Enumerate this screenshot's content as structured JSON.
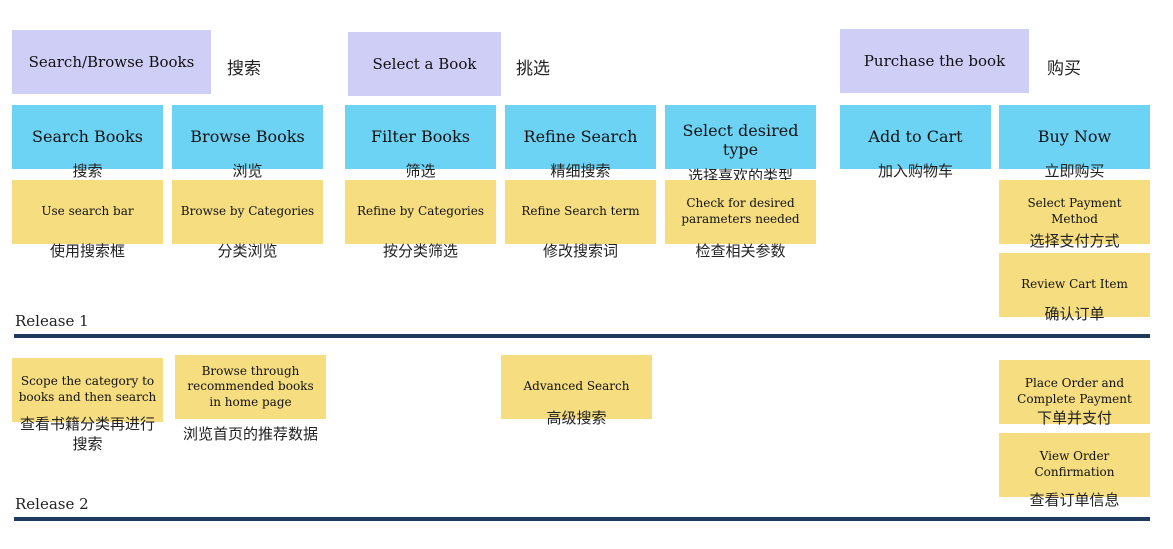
{
  "activities": [
    {
      "label": "Search/Browse Books",
      "zh": "搜索"
    },
    {
      "label": "Select a Book",
      "zh": "挑选"
    },
    {
      "label": "Purchase the book",
      "zh": "购买"
    }
  ],
  "tasks": [
    {
      "label": "Search Books",
      "zh": "搜索"
    },
    {
      "label": "Browse Books",
      "zh": "浏览"
    },
    {
      "label": "Filter Books",
      "zh": "筛选"
    },
    {
      "label": "Refine Search",
      "zh": "精细搜索"
    },
    {
      "label": "Select desired type",
      "zh": "选择喜欢的类型"
    },
    {
      "label": "Add to Cart",
      "zh": "加入购物车"
    },
    {
      "label": "Buy Now",
      "zh": "立即购买"
    }
  ],
  "release1": {
    "label": "Release 1",
    "stories": [
      {
        "label": "Use search bar",
        "zh": "使用搜索框"
      },
      {
        "label": "Browse by Categories",
        "zh": "分类浏览"
      },
      {
        "label": "Refine by Categories",
        "zh": "按分类筛选"
      },
      {
        "label": "Refine Search term",
        "zh": "修改搜索词"
      },
      {
        "label": "Check for desired parameters needed",
        "zh": "检查相关参数"
      },
      {
        "label": "Select Payment Method",
        "zh": "选择支付方式"
      },
      {
        "label": "Review Cart Item",
        "zh": "确认订单"
      }
    ]
  },
  "release2": {
    "label": "Release 2",
    "stories": [
      {
        "label": "Scope the category to books and then search",
        "zh_line1": "查看书籍分类再进行",
        "zh_line2": "搜索"
      },
      {
        "label": "Browse through recommended books in home page",
        "zh": "浏览首页的推荐数据"
      },
      {
        "label": "Advanced Search",
        "zh": "高级搜索"
      },
      {
        "label": "Place Order and Complete Payment",
        "zh": "下单并支付"
      },
      {
        "label": "View Order Confirmation",
        "zh": "查看订单信息"
      }
    ]
  }
}
